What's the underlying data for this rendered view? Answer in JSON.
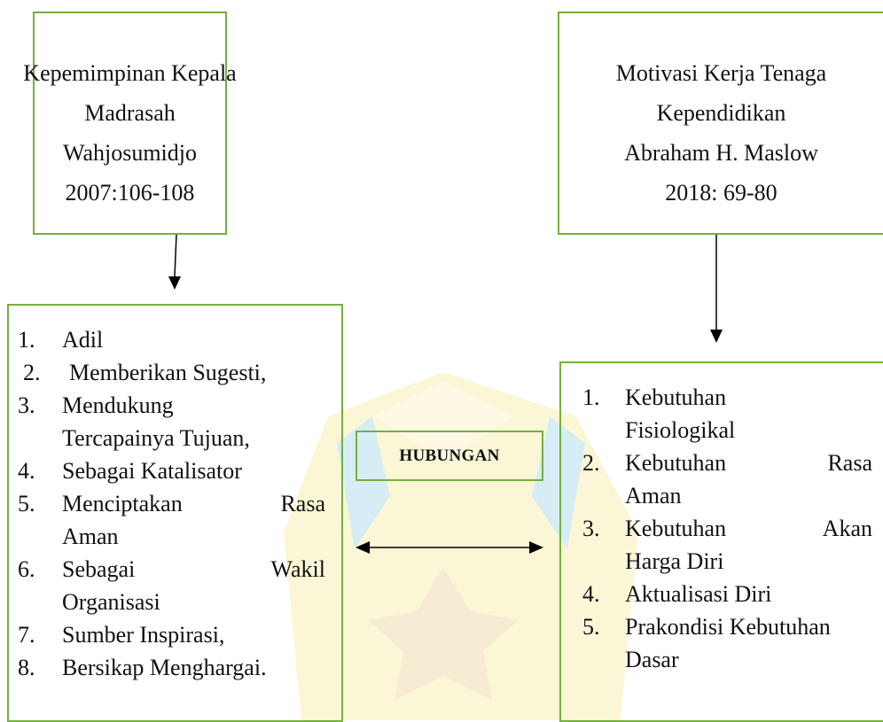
{
  "left_header": {
    "lines": [
      "Kepemimpinan Kepala",
      "Madrasah",
      "Wahjosumidjo",
      "2007:106-108"
    ]
  },
  "right_header": {
    "lines": [
      "Motivasi Kerja Tenaga",
      "Kependidikan",
      "Abraham H. Maslow",
      "2018: 69-80"
    ]
  },
  "relation": {
    "label": "HUBUNGAN"
  },
  "left_list": {
    "items": [
      {
        "num": "1.",
        "lines": [
          "Adil"
        ]
      },
      {
        "num": "2.",
        "lines": [
          "Memberikan Sugesti,"
        ]
      },
      {
        "num": "3.",
        "lines": [
          "Mendukung",
          "Tercapainya Tujuan,"
        ]
      },
      {
        "num": "4.",
        "lines": [
          "Sebagai Katalisator"
        ]
      },
      {
        "num": "5.",
        "lines": [
          "Menciptakan Rasa",
          "Aman"
        ]
      },
      {
        "num": "6.",
        "lines": [
          "Sebagai Wakil",
          "Organisasi"
        ]
      },
      {
        "num": "7.",
        "lines": [
          "Sumber Inspirasi,"
        ]
      },
      {
        "num": "8.",
        "lines": [
          "Bersikap Menghargai."
        ]
      }
    ]
  },
  "right_list": {
    "items": [
      {
        "num": "1.",
        "lines": [
          "Kebutuhan",
          "Fisiologikal"
        ]
      },
      {
        "num": "2.",
        "lines": [
          "Kebutuhan Rasa",
          "Aman"
        ]
      },
      {
        "num": "3.",
        "lines": [
          "Kebutuhan Akan",
          "Harga Diri"
        ]
      },
      {
        "num": "4.",
        "lines": [
          "Aktualisasi Diri"
        ]
      },
      {
        "num": "5.",
        "lines": [
          "Prakondisi Kebutuhan",
          "Dasar"
        ]
      }
    ]
  },
  "colors": {
    "box_border": "#74b03e",
    "arrow": "#000000",
    "watermark_yellow": "#fbf6d2",
    "watermark_blue": "#d3ecf6"
  }
}
